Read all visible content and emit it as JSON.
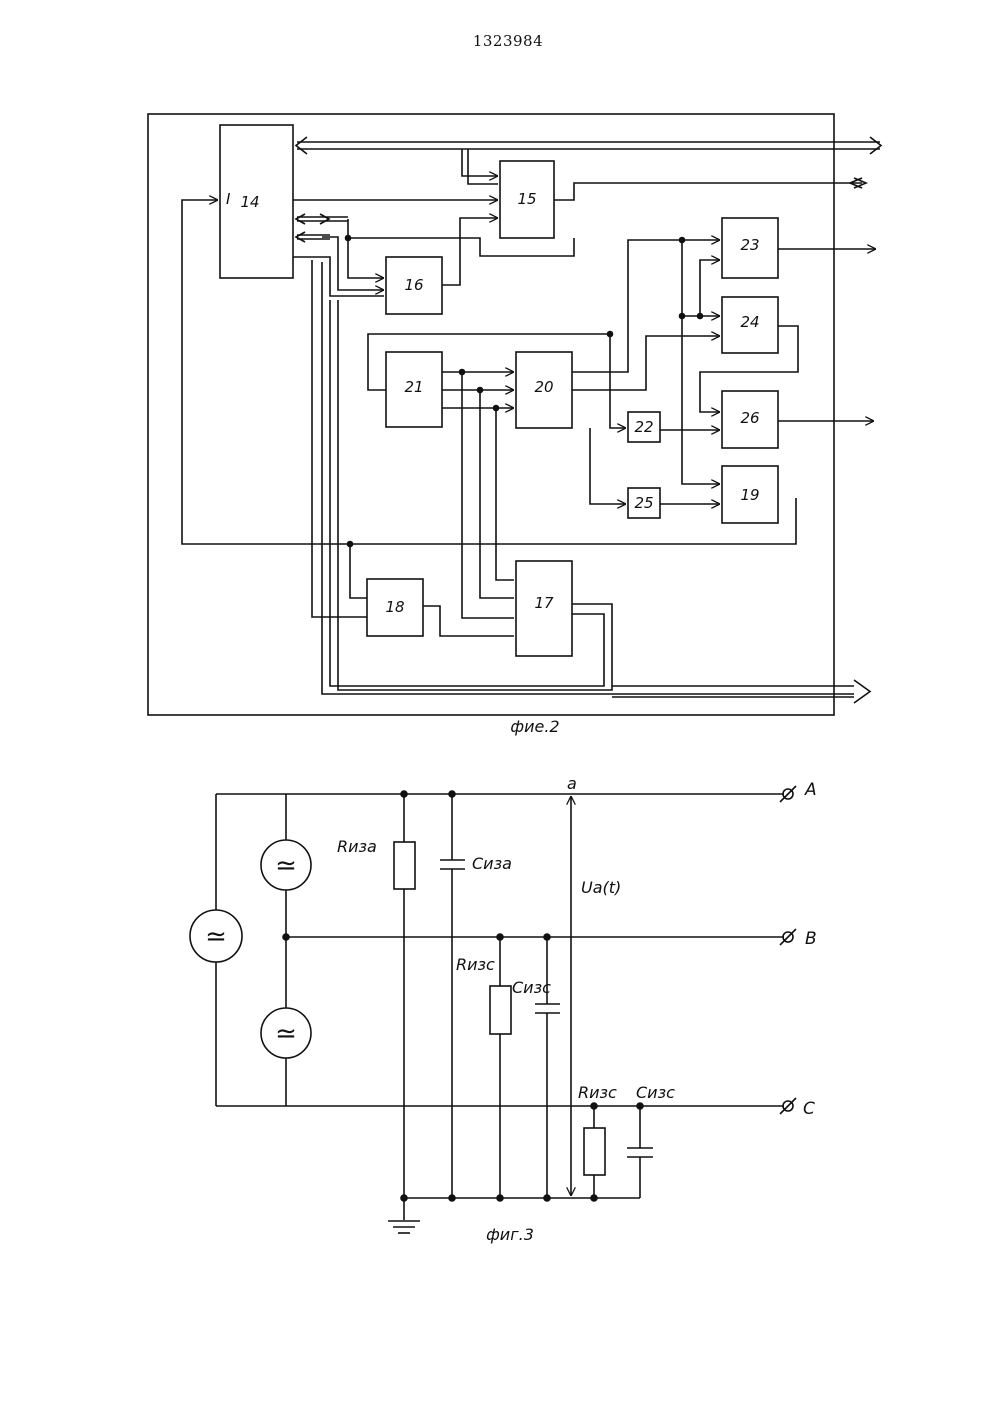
{
  "document": {
    "number": "1323984"
  },
  "fig2": {
    "caption": "фие.2",
    "input_label": "I",
    "blocks": [
      {
        "id": "14",
        "label": "14"
      },
      {
        "id": "15",
        "label": "15"
      },
      {
        "id": "16",
        "label": "16"
      },
      {
        "id": "17",
        "label": "17"
      },
      {
        "id": "18",
        "label": "18"
      },
      {
        "id": "19",
        "label": "19"
      },
      {
        "id": "20",
        "label": "20"
      },
      {
        "id": "21",
        "label": "21"
      },
      {
        "id": "22",
        "label": "22"
      },
      {
        "id": "23",
        "label": "23"
      },
      {
        "id": "24",
        "label": "24"
      },
      {
        "id": "25",
        "label": "25"
      },
      {
        "id": "26",
        "label": "26"
      }
    ]
  },
  "fig3": {
    "caption": "фиг.3",
    "node_label": "a",
    "voltage_label": "Ua(t)",
    "terminals": [
      "A",
      "B",
      "C"
    ],
    "components": {
      "r_a": "Rиза",
      "c_a": "Cиза",
      "r_b": "Rизс",
      "c_b": "Cизс",
      "r_c": "Rизс",
      "c_c": "Cизс"
    },
    "source_symbol": "≃"
  }
}
